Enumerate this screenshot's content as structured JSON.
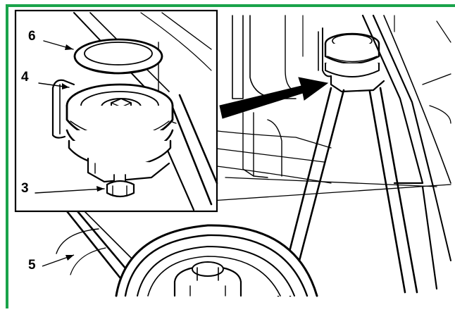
{
  "frame": {
    "border_color": "#1aa34a"
  },
  "callouts": [
    {
      "id": "6",
      "label": "6"
    },
    {
      "id": "4",
      "label": "4"
    },
    {
      "id": "3",
      "label": "3"
    },
    {
      "id": "5",
      "label": "5"
    }
  ]
}
